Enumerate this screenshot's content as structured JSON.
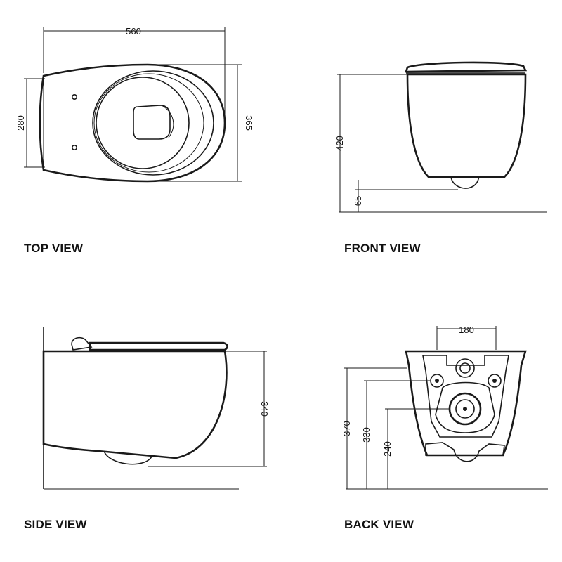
{
  "views": {
    "top": {
      "title": "TOP VIEW",
      "dims": {
        "length": "560",
        "rear_width": "280",
        "front_width": "365"
      }
    },
    "front": {
      "title": "FRONT VIEW",
      "dims": {
        "height": "420",
        "floor_offset": "65"
      }
    },
    "side": {
      "title": "SIDE VIEW",
      "dims": {
        "height": "340"
      }
    },
    "back": {
      "title": "BACK VIEW",
      "dims": {
        "spacing": "180",
        "h1": "370",
        "h2": "330",
        "h3": "240"
      }
    }
  },
  "colors": {
    "line": "#1a1a1a",
    "background": "#ffffff"
  }
}
